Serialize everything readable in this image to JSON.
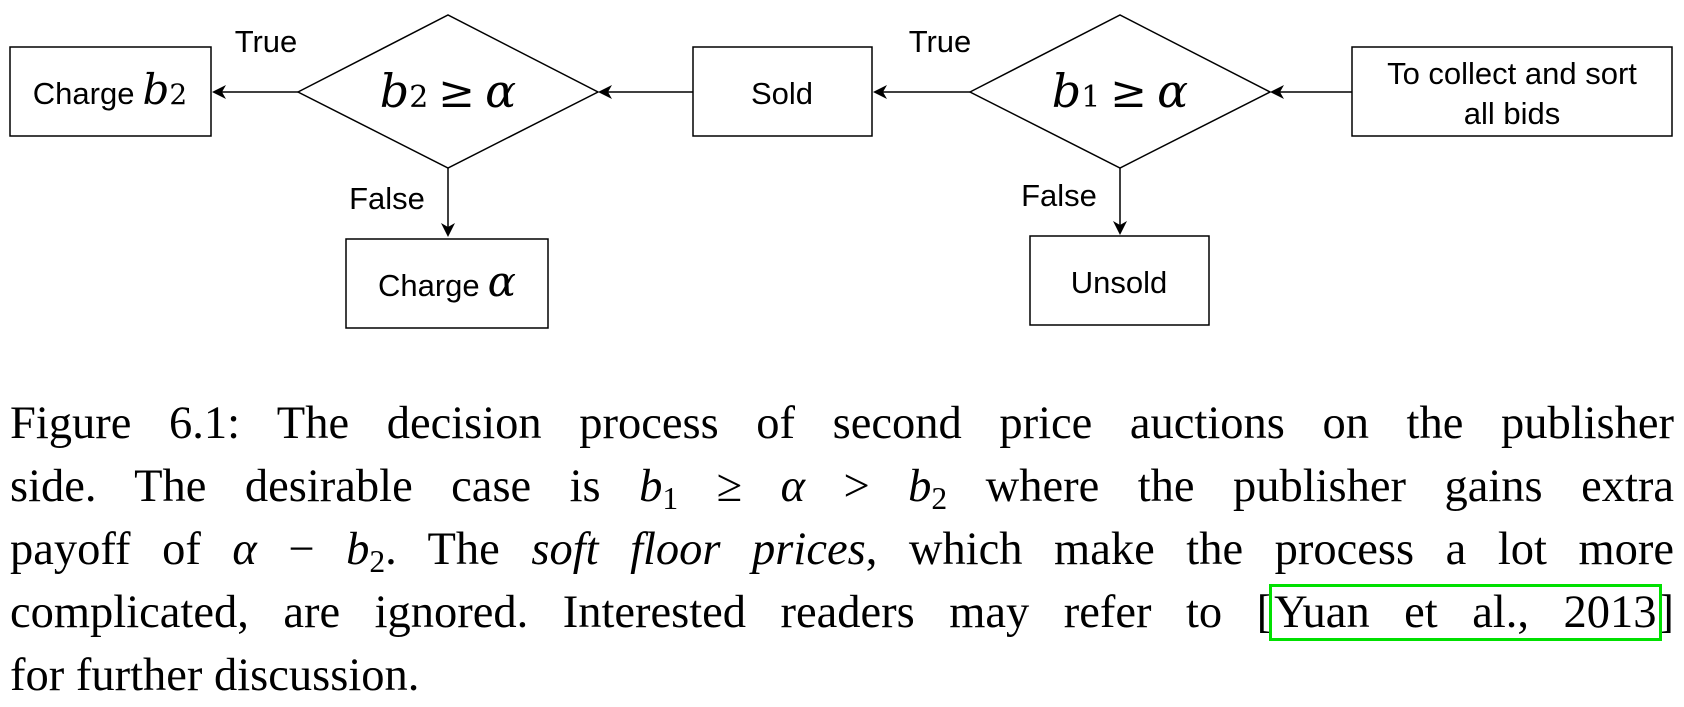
{
  "diagram": {
    "start_box": {
      "line1": "To collect and sort",
      "line2": "all bids"
    },
    "decision1": {
      "var": "b",
      "sub": "1",
      "op": "≥",
      "rhs": "α"
    },
    "decision2": {
      "var": "b",
      "sub": "2",
      "op": "≥",
      "rhs": "α"
    },
    "sold_box": "Sold",
    "unsold_box": "Unsold",
    "charge_b2_box": {
      "text": "Charge",
      "var": "b",
      "sub": "2"
    },
    "charge_alpha_box": {
      "text": "Charge",
      "var": "α"
    },
    "edge_labels": {
      "d1_true": "True",
      "d1_false": "False",
      "d2_true": "True",
      "d2_false": "False"
    }
  },
  "caption": {
    "line1": "Figure 6.1: The decision process of second price auctions on the publisher",
    "line2_a": "side. The desirable case is",
    "line2_b1": "b",
    "line2_b1_sub": "1",
    "line2_ge": "≥",
    "line2_alpha": "α",
    "line2_gt": ">",
    "line2_b2": "b",
    "line2_b2_sub": "2",
    "line2_c": "where the publisher gains extra",
    "line3_a": "payoff of",
    "line3_alpha": "α",
    "line3_minus": "−",
    "line3_b": "b",
    "line3_b_sub": "2",
    "line3_b_tail": ". The",
    "line3_em": "soft floor prices",
    "line3_c": ", which make the process a lot more",
    "line4_a": "complicated, are ignored. Interested readers may refer to [",
    "line4_cite": "Yuan et al., 2013",
    "line4_b": "]",
    "line5": "for further discussion."
  },
  "colors": {
    "citation_box": "#00e000",
    "stroke": "#000000"
  }
}
